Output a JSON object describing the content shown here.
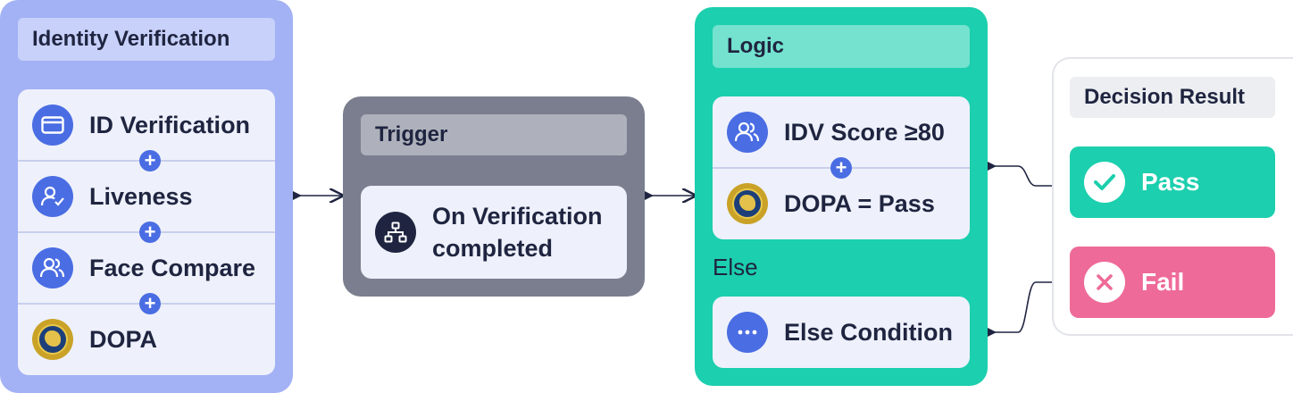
{
  "identity": {
    "title": "Identity Verification",
    "items": [
      {
        "label": "ID Verification",
        "icon": "id-card-icon"
      },
      {
        "label": "Liveness",
        "icon": "user-check-icon"
      },
      {
        "label": "Face Compare",
        "icon": "users-icon"
      },
      {
        "label": "DOPA",
        "icon": "dopa-seal-icon"
      }
    ],
    "plus": "+"
  },
  "trigger": {
    "title": "Trigger",
    "event_line1": "On Verification",
    "event_line2": "completed",
    "icon": "hierarchy-icon"
  },
  "logic": {
    "title": "Logic",
    "conditions": [
      {
        "label": "IDV Score ≥80",
        "icon": "users-icon"
      },
      {
        "label": "DOPA = Pass",
        "icon": "dopa-seal-icon"
      }
    ],
    "plus": "+",
    "else_label": "Else",
    "else_condition": {
      "label": "Else Condition",
      "icon": "more-icon"
    }
  },
  "decision": {
    "title": "Decision Result",
    "pass": {
      "label": "Pass",
      "icon": "check-icon",
      "color": "#1ccfae"
    },
    "fail": {
      "label": "Fail",
      "icon": "x-icon",
      "color": "#ee6a98"
    }
  },
  "colors": {
    "identity_panel": "#a3b1f5",
    "trigger_panel": "#7a7e8f",
    "logic_panel": "#1ccfae",
    "accent_blue": "#4a6de3",
    "dark_text": "#1f2540"
  }
}
